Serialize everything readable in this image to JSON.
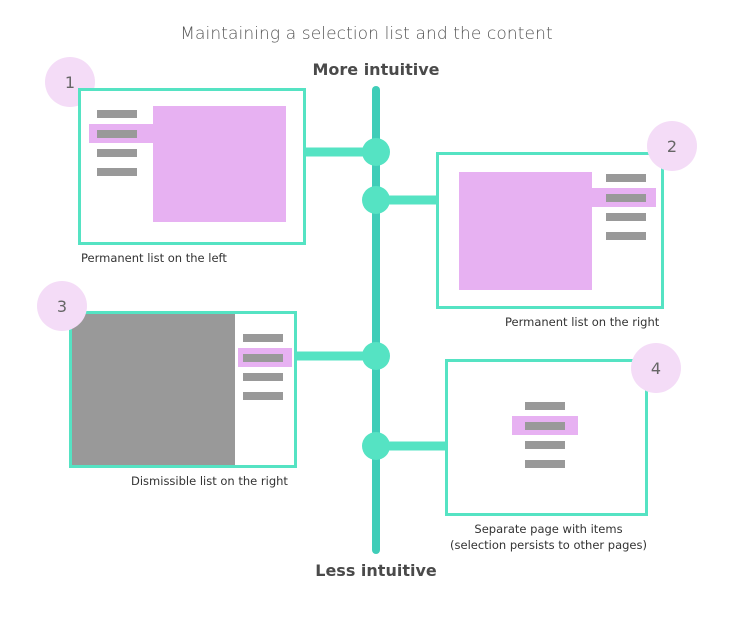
{
  "title": "Maintaining a selection list and the content",
  "axis": {
    "top_label": "More intuitive",
    "bottom_label": "Less intuitive"
  },
  "options": [
    {
      "number": "1",
      "caption": "Permanent list on the left"
    },
    {
      "number": "2",
      "caption": "Permanent list on the right"
    },
    {
      "number": "3",
      "caption": "Dismissible list on the right"
    },
    {
      "number": "4",
      "caption_line1": "Separate page with items",
      "caption_line2": "(selection persists to other pages)"
    }
  ],
  "colors": {
    "teal_axis": "#3fcdb8",
    "teal_frame": "#55e3c3",
    "content_pink": "#e7b1f2",
    "badge_pink": "#f4dcf7",
    "list_bar_gray": "#999999",
    "dim_gray": "#999999"
  }
}
